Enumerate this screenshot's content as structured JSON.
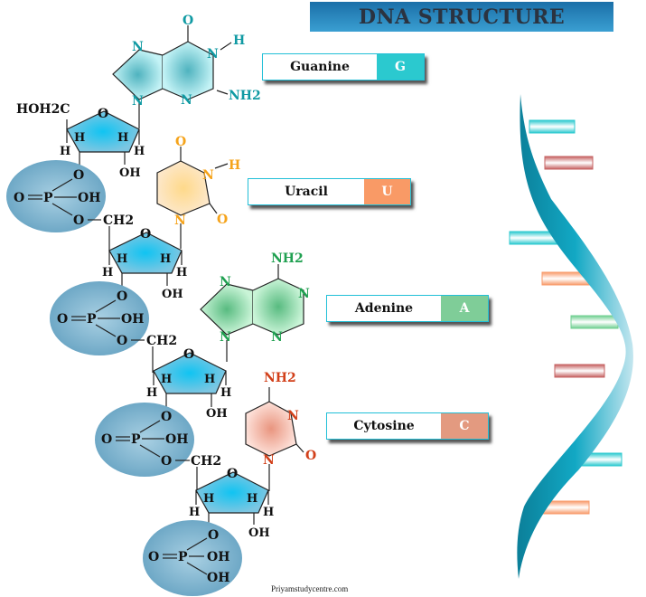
{
  "title": "DNA STRUCTURE",
  "watermark": "Priyamstudycentre.com",
  "bases": [
    {
      "name": "Guanine",
      "code": "G",
      "color": "#2bc9cf"
    },
    {
      "name": "Uracil",
      "code": "U",
      "color": "#f99a66"
    },
    {
      "name": "Adenine",
      "code": "A",
      "color": "#7fcd98"
    },
    {
      "name": "Cytosine",
      "code": "C",
      "color": "#e39a80"
    }
  ],
  "atoms": {
    "hoh2c": "HOH2C",
    "o": "O",
    "h": "H",
    "oh": "OH",
    "p": "P",
    "ch2": "CH2",
    "n": "N",
    "nh2": "NH2"
  },
  "colors": {
    "guanine": "#109aa3",
    "uracil": "#f5a31a",
    "adenine": "#1fa050",
    "cytosine": "#d2401a",
    "sugar": "#5fc2e6",
    "phosphate": "#7fb1cc",
    "helix": "#1296b0"
  }
}
